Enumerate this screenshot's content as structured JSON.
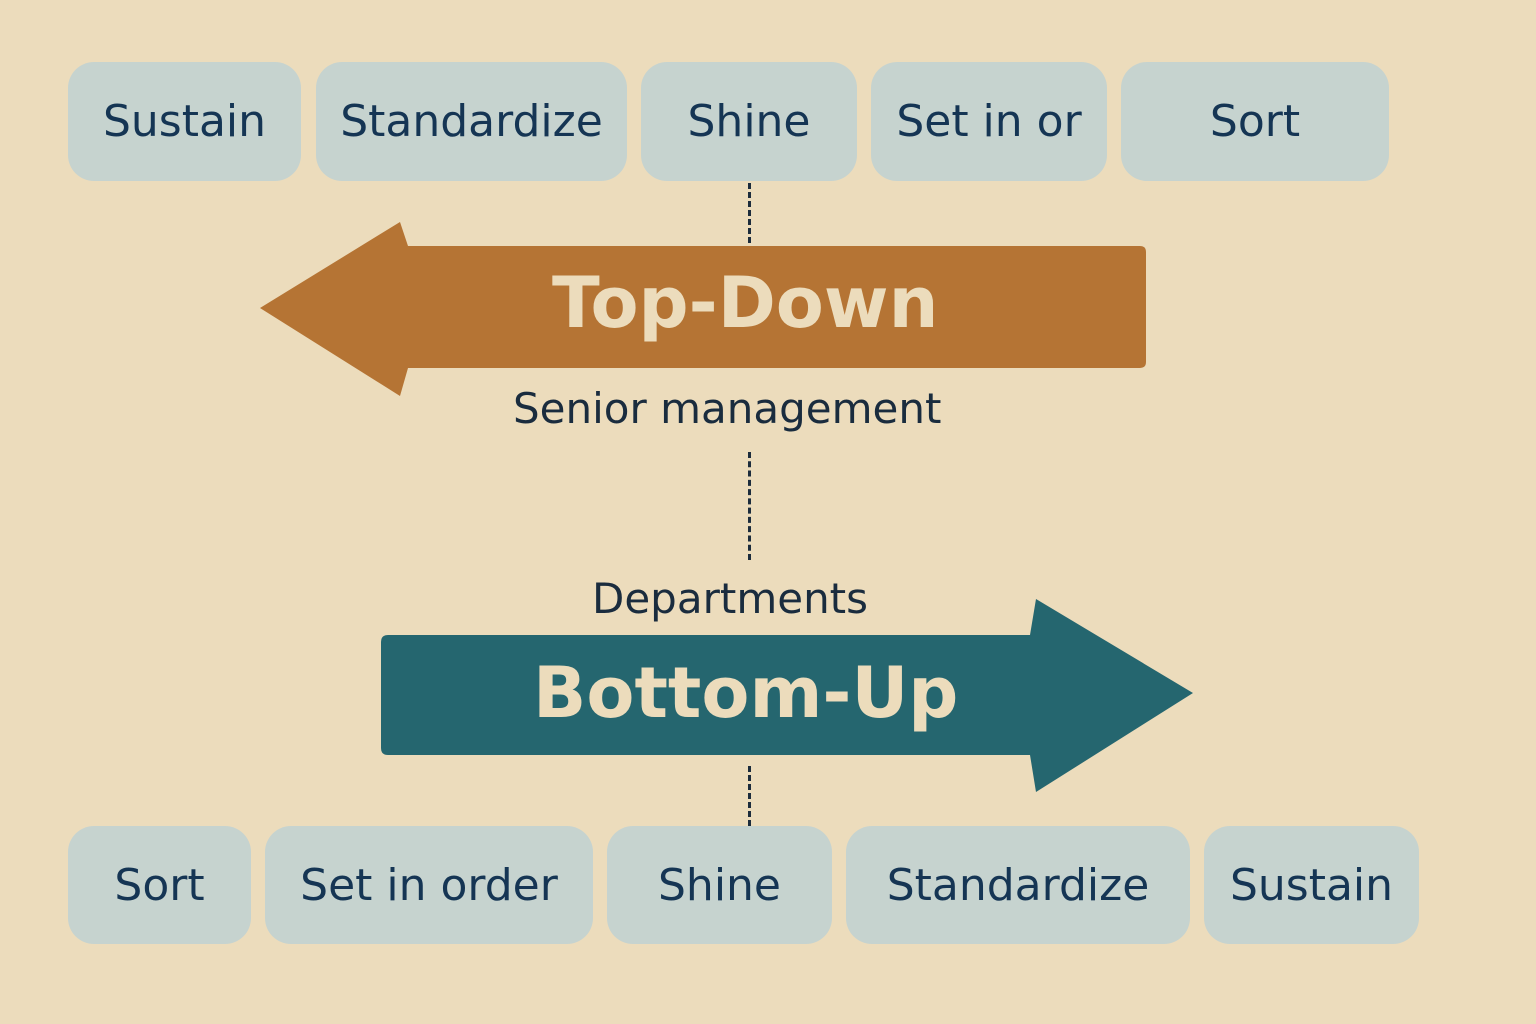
{
  "top_row": [
    {
      "label": "Sustain"
    },
    {
      "label": "Standardize"
    },
    {
      "label": "Shine"
    },
    {
      "label": "Set in or"
    },
    {
      "label": "Sort"
    }
  ],
  "bottom_row": [
    {
      "label": "Sort"
    },
    {
      "label": "Set in order"
    },
    {
      "label": "Shine"
    },
    {
      "label": "Standardize"
    },
    {
      "label": "Sustain"
    }
  ],
  "top_down": {
    "title": "Top-Down",
    "caption": "Senior management",
    "color": "#b57434",
    "direction": "left"
  },
  "bottom_up": {
    "title": "Bottom-Up",
    "caption": "Departments",
    "color": "#25666f",
    "direction": "right"
  },
  "colors": {
    "background": "#ecdcbc",
    "box": "#c6d3cf",
    "box_text": "#153554"
  }
}
